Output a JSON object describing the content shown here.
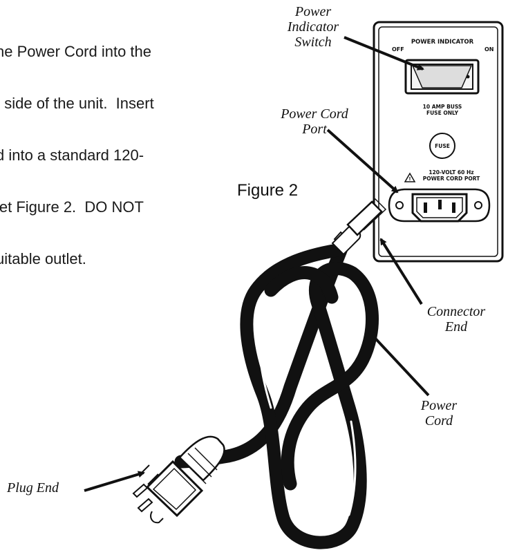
{
  "intro_text": {
    "lines": [
      "he Power Cord into the",
      "t side of the unit.  Insert",
      "d into a standard 120-",
      "let Figure 2.  DO NOT",
      "uitable outlet."
    ]
  },
  "figure_label": "Figure 2",
  "panel": {
    "title": "POWER INDICATOR",
    "off": "OFF",
    "on": "ON",
    "fuse_note_1": "10 AMP BUSS",
    "fuse_note_2": "FUSE ONLY",
    "fuse": "FUSE",
    "voltage_1": "120-VOLT 60 Hz",
    "voltage_2": "POWER CORD PORT"
  },
  "callouts": {
    "power_indicator_switch": [
      "Power",
      "Indicator",
      "Switch"
    ],
    "power_cord_port": [
      "Power Cord",
      "Port"
    ],
    "connector_end": [
      "Connector",
      "End"
    ],
    "power_cord": [
      "Power",
      "Cord"
    ],
    "plug_end": "Plug End"
  },
  "icons": {
    "warning": "warning-triangle-icon"
  }
}
